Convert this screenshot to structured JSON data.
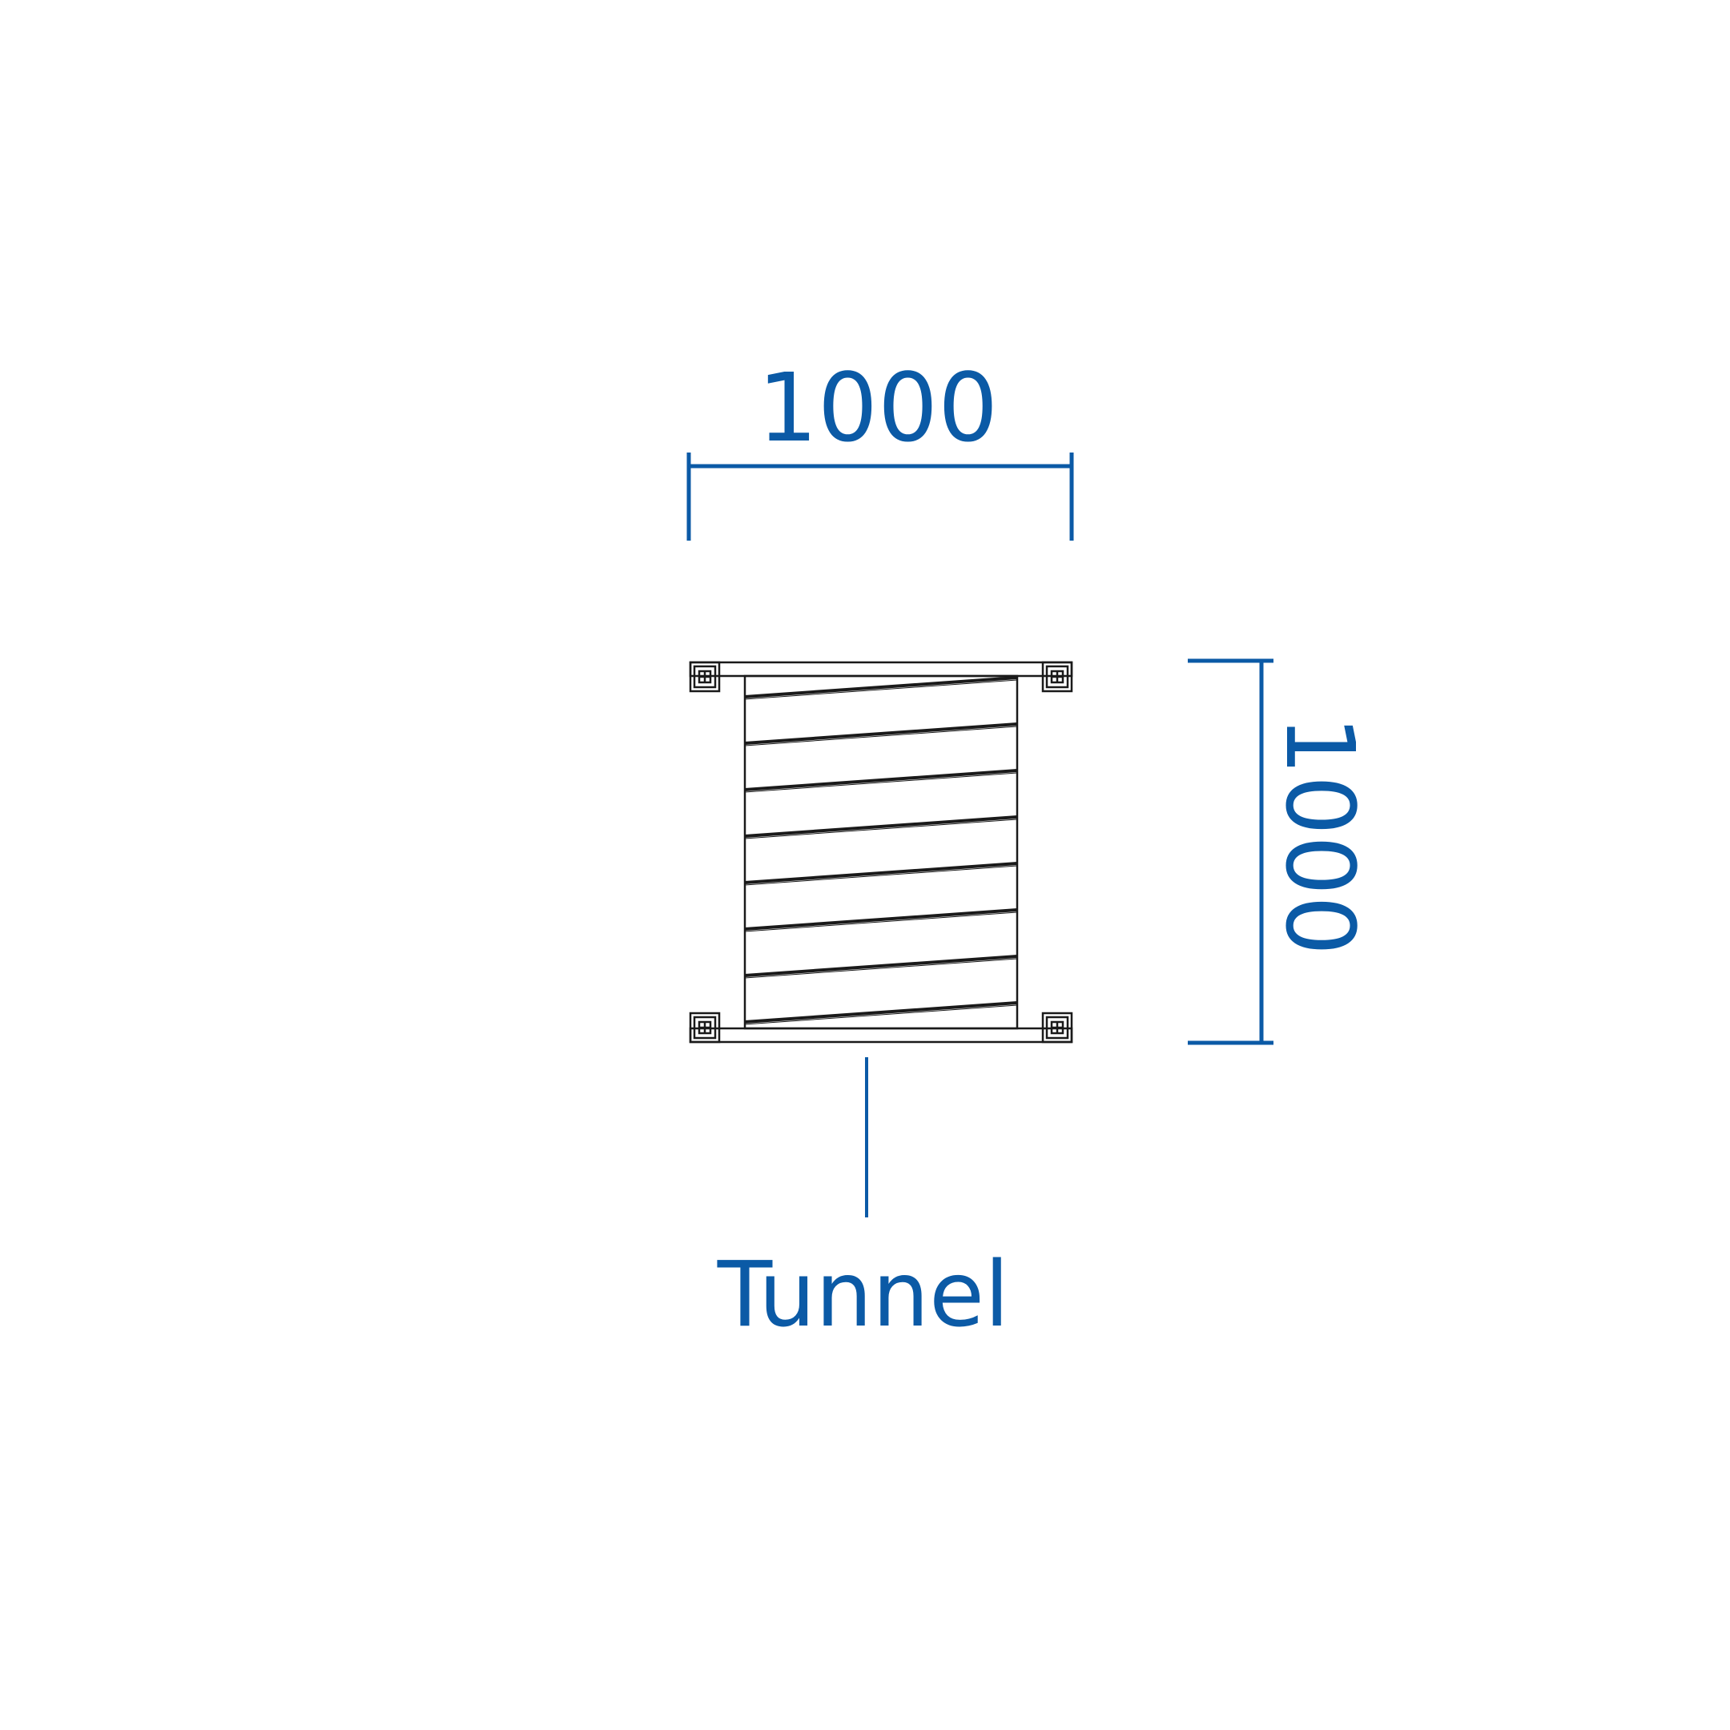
{
  "colors": {
    "accent": "#0b5aa6",
    "outline": "#1a1a1a",
    "background": "#ffffff"
  },
  "dimensions": {
    "width_label": "1000",
    "height_label": "1000"
  },
  "component": {
    "label": "Tunnel",
    "rib_count": 8
  }
}
